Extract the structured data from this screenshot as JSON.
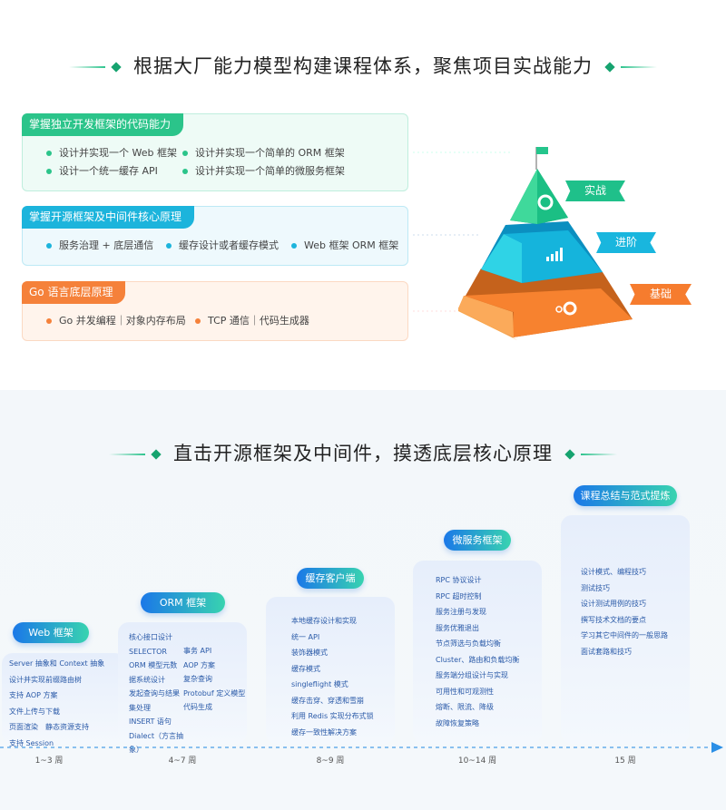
{
  "section1": {
    "title": "根据大厂能力模型构建课程体系，聚焦项目实战能力",
    "cards": [
      {
        "heading": "掌握独立开发框架的代码能力",
        "color": "#2bc48a",
        "items": [
          "设计并实现一个 Web 框架",
          "设计并实现一个简单的 ORM 框架",
          "设计一个统一缓存 API",
          "设计并实现一个简单的微服务框架"
        ]
      },
      {
        "heading": "掌握开源框架及中间件核心原理",
        "color": "#1cb4dc",
        "items": [
          "服务治理 + 底层通信",
          "缓存设计或者缓存模式",
          "Web 框架 ORM 框架"
        ]
      },
      {
        "heading": "Go 语言底层原理",
        "color": "#f5813a",
        "items": [
          "Go 并发编程｜对象内存布局",
          "TCP 通信｜代码生成器"
        ]
      }
    ],
    "pyramid": [
      {
        "label": "实战",
        "icon": "target-icon",
        "color": "#22c48a"
      },
      {
        "label": "进阶",
        "icon": "bar-chart-icon",
        "color": "#1ab8dc"
      },
      {
        "label": "基础",
        "icon": "gears-icon",
        "color": "#f7822f"
      }
    ]
  },
  "section2": {
    "title": "直击开源框架及中间件，摸透底层核心原理",
    "stages": [
      {
        "name": "Web 框架",
        "weeks": "1~3 周",
        "items": [
          "Server 抽象和 Context 抽象",
          "设计并实现前缀路由树",
          "支持 AOP 方案",
          "文件上传与下载",
          "页面渲染　静态资源支持",
          "支持 Session"
        ]
      },
      {
        "name": "ORM 框架",
        "weeks": "4~7 周",
        "col1": [
          "核心接口设计",
          "SELECTOR",
          "ORM 模型元数",
          "据系统设计",
          "发起查询与结果",
          "集处理",
          "INSERT 语句",
          "Dialect（方言抽",
          "象）"
        ],
        "col2": [
          "事务 API",
          "AOP 方案",
          "复杂查询",
          "Protobuf 定义模型",
          "代码生成"
        ]
      },
      {
        "name": "缓存客户端",
        "weeks": "8~9 周",
        "items": [
          "本地缓存设计和实现",
          "统一 API",
          "装饰器模式",
          "缓存模式",
          "singleflight 模式",
          "缓存击穿、穿透和雪崩",
          "利用 Redis 实现分布式锁",
          "缓存一致性解决方案"
        ]
      },
      {
        "name": "微服务框架",
        "weeks": "10~14 周",
        "items": [
          "RPC 协议设计",
          "RPC 超时控制",
          "服务注册与发现",
          "服务优雅退出",
          "节点筛选与负载均衡",
          "Cluster、路由和负载均衡",
          "服务端分组设计与实现",
          "可用性和可观测性",
          "熔断、限流、降级",
          "故障恢复策略"
        ]
      },
      {
        "name": "课程总结与范式提炼",
        "weeks": "15 周",
        "items": [
          "设计模式、编程技巧",
          "测试技巧",
          "设计测试用例的技巧",
          "撰写技术文档的要点",
          "学习其它中间件的一般思路",
          "面试套路和技巧"
        ]
      }
    ]
  }
}
